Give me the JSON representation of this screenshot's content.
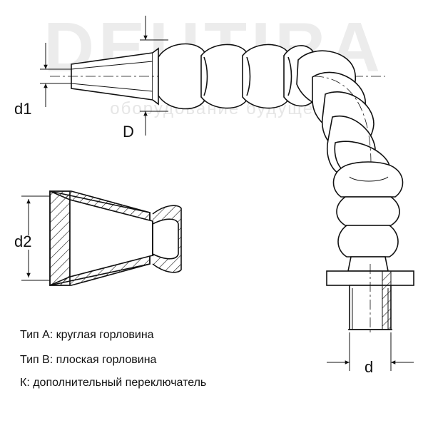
{
  "diagram": {
    "watermark": {
      "big": "DEUTIRA",
      "small": "оборудование будущего"
    },
    "dimensions": {
      "d1": "d1",
      "D": "D",
      "d2": "d2",
      "d": "d"
    },
    "legend": {
      "type_a": "Тип А: круглая горловина",
      "type_b": "Тип В: плоская горловина",
      "k": "К: дополнительный переключатель"
    },
    "colors": {
      "stroke": "#111111",
      "fill": "#ffffff",
      "watermark": "#ececec"
    }
  }
}
